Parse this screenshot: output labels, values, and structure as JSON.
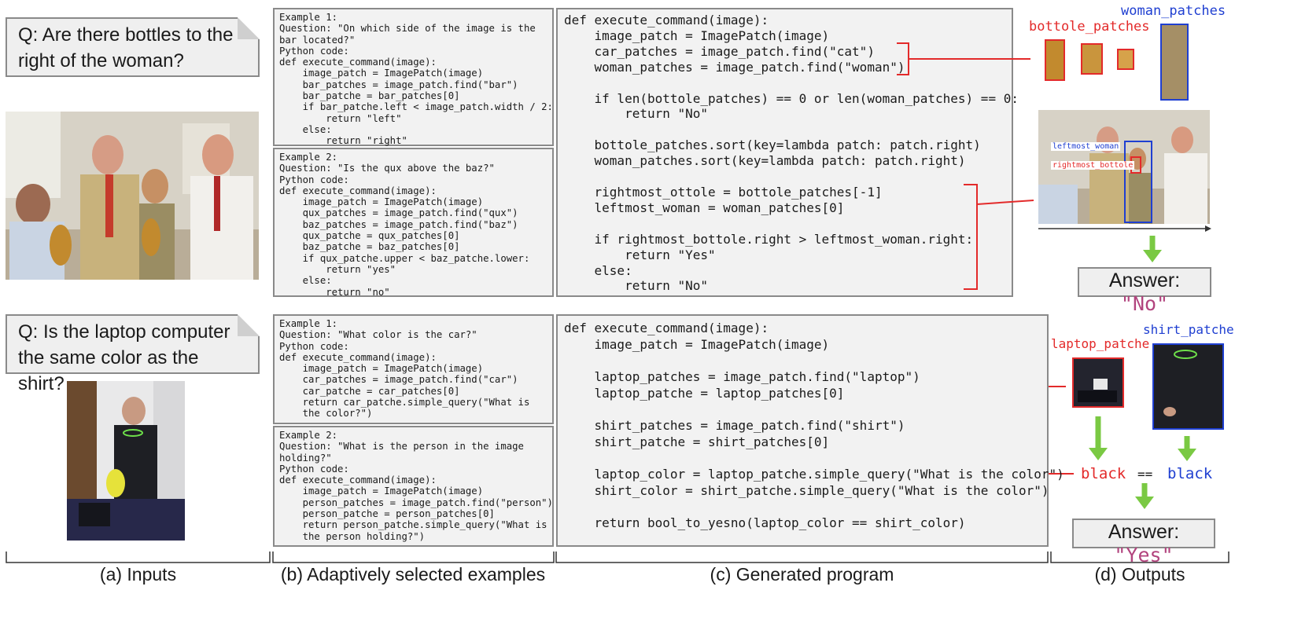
{
  "row1": {
    "question": "Q: Are there bottles to the right of the woman?",
    "example1": "Example 1:\nQuestion: \"On which side of the image is the\nbar located?\"\nPython code:\ndef execute_command(image):\n    image_patch = ImagePatch(image)\n    bar_patches = image_patch.find(\"bar\")\n    bar_patche = bar_patches[0]\n    if bar_patche.left < image_patch.width / 2:\n        return \"left\"\n    else:\n        return \"right\"",
    "example2": "Example 2:\nQuestion: \"Is the qux above the baz?\"\nPython code:\ndef execute_command(image):\n    image_patch = ImagePatch(image)\n    qux_patches = image_patch.find(\"qux\")\n    baz_patches = image_patch.find(\"baz\")\n    qux_patche = qux_patches[0]\n    baz_patche = baz_patches[0]\n    if qux_patche.upper < baz_patche.lower:\n        return \"yes\"\n    else:\n        return \"no\"",
    "program": "def execute_command(image):\n    image_patch = ImagePatch(image)\n    car_patches = image_patch.find(\"cat\")\n    woman_patches = image_patch.find(\"woman\")\n\n    if len(bottole_patches) == 0 or len(woman_patches) == 0:\n        return \"No\"\n\n    bottole_patches.sort(key=lambda patch: patch.right)\n    woman_patches.sort(key=lambda patch: patch.right)\n\n    rightmost_ottole = bottole_patches[-1]\n    leftmost_woman = woman_patches[0]\n\n    if rightmost_bottole.right > leftmost_woman.right:\n        return \"Yes\"\n    else:\n        return \"No\"",
    "label_bottle": "bottole_patches",
    "label_woman": "woman_patches",
    "tag_leftmost": "leftmost_woman",
    "tag_rightmost": "rightmost_bottole",
    "answer_prefix": "Answer: ",
    "answer_value": "\"No\""
  },
  "row2": {
    "question": "Q: Is the laptop computer the same color as the shirt?",
    "example1": "Example 1:\nQuestion: \"What color is the car?\"\nPython code:\ndef execute_command(image):\n    image_patch = ImagePatch(image)\n    car_patches = image_patch.find(\"car\")\n    car_patche = car_patches[0]\n    return car_patche.simple_query(\"What is\n    the color?\")",
    "example2": "Example 2:\nQuestion: \"What is the person in the image\nholding?\"\nPython code:\ndef execute_command(image):\n    image_patch = ImagePatch(image)\n    person_patches = image_patch.find(\"person\")\n    person_patche = person_patches[0]\n    return person_patche.simple_query(\"What is\n    the person holding?\")",
    "program": "def execute_command(image):\n    image_patch = ImagePatch(image)\n\n    laptop_patches = image_patch.find(\"laptop\")\n    laptop_patche = laptop_patches[0]\n\n    shirt_patches = image_patch.find(\"shirt\")\n    shirt_patche = shirt_patches[0]\n\n    laptop_color = laptop_patche.simple_query(\"What is the color\")\n    shirt_color = shirt_patche.simple_query(\"What is the color\")\n\n    return bool_to_yesno(laptop_color == shirt_color)",
    "label_laptop": "laptop_patche",
    "label_shirt": "shirt_patche",
    "word_left": "black",
    "equals": "==",
    "word_right": "black",
    "answer_prefix": "Answer: ",
    "answer_value": "\"Yes\""
  },
  "captions": [
    "(a) Inputs",
    "(b) Adaptively selected examples",
    "(c) Generated program",
    "(d) Outputs"
  ],
  "colors": {
    "red": "#e32a2a",
    "blue": "#1f3fd1",
    "green": "#7ac943",
    "pink": "#b2447e"
  }
}
